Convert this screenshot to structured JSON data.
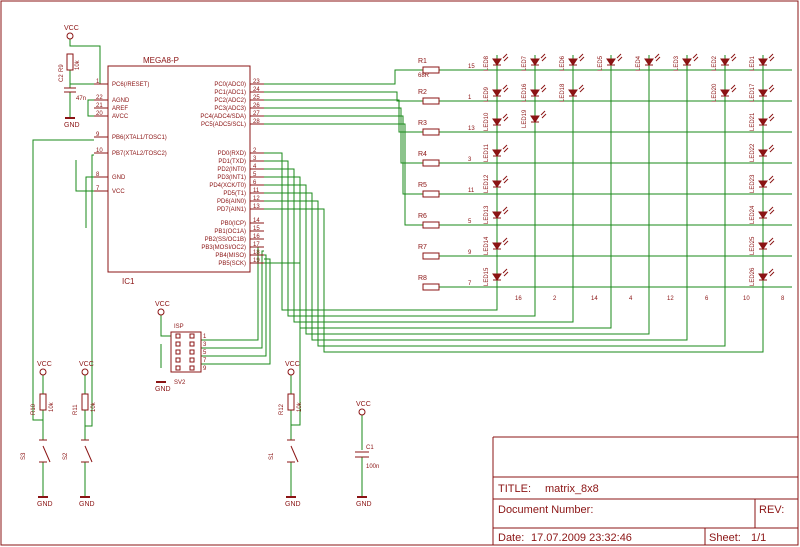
{
  "ic1": {
    "value": "MEGA8-P",
    "name": "IC1",
    "pins_left": [
      {
        "label": "PC6(/RESET)",
        "num": "1"
      },
      {
        "label": "AGND",
        "num": "22"
      },
      {
        "label": "AREF",
        "num": "21"
      },
      {
        "label": "AVCC",
        "num": "20"
      },
      {
        "label": "PB6(XTAL1/TOSC1)",
        "num": "9"
      },
      {
        "label": "PB7(XTAL2/TOSC2)",
        "num": "10"
      },
      {
        "label": "GND",
        "num": "8"
      },
      {
        "label": "VCC",
        "num": "7"
      }
    ],
    "pins_right": [
      {
        "label": "PC0(ADC0)",
        "num": "23"
      },
      {
        "label": "PC1(ADC1)",
        "num": "24"
      },
      {
        "label": "PC2(ADC2)",
        "num": "25"
      },
      {
        "label": "PC3(ADC3)",
        "num": "26"
      },
      {
        "label": "PC4(ADC4/SDA)",
        "num": "27"
      },
      {
        "label": "PC5(ADC5/SCL)",
        "num": "28"
      },
      {
        "label": "PD0(RXD)",
        "num": "2"
      },
      {
        "label": "PD1(TXD)",
        "num": "3"
      },
      {
        "label": "PD2(INT0)",
        "num": "4"
      },
      {
        "label": "PD3(INT1)",
        "num": "5"
      },
      {
        "label": "PD4(XCK/T0)",
        "num": "6"
      },
      {
        "label": "PD5(T1)",
        "num": "11"
      },
      {
        "label": "PD6(AIN0)",
        "num": "12"
      },
      {
        "label": "PD7(AIN1)",
        "num": "13"
      },
      {
        "label": "PB0(ICP)",
        "num": "14"
      },
      {
        "label": "PB1(OC1A)",
        "num": "15"
      },
      {
        "label": "PB2(SS/OC1B)",
        "num": "16"
      },
      {
        "label": "PB3(MOSI/OC2)",
        "num": "17"
      },
      {
        "label": "PB4(MISO)",
        "num": "18"
      },
      {
        "label": "PB5(SCK)",
        "num": "19"
      }
    ]
  },
  "resistors": [
    {
      "name": "R1",
      "value": "68R",
      "net": "15"
    },
    {
      "name": "R2",
      "value": "",
      "net": "1"
    },
    {
      "name": "R3",
      "value": "",
      "net": "13"
    },
    {
      "name": "R4",
      "value": "",
      "net": "3"
    },
    {
      "name": "R5",
      "value": "",
      "net": "11"
    },
    {
      "name": "R6",
      "value": "",
      "net": "5"
    },
    {
      "name": "R7",
      "value": "",
      "net": "9"
    },
    {
      "name": "R8",
      "value": "",
      "net": "7"
    }
  ],
  "led_top_row": [
    "LED8",
    "LED7",
    "LED6",
    "LED5",
    "LED4",
    "LED3",
    "LED2",
    "LED1"
  ],
  "led_second_row": [
    "LED9",
    "LED16",
    "LED18",
    "LED20",
    "LED17"
  ],
  "led_left_col": [
    "LED10",
    "LED11",
    "LED12",
    "LED13",
    "LED14",
    "LED15"
  ],
  "led_left_extra": "LED19",
  "led_right_col": [
    "LED21",
    "LED22",
    "LED23",
    "LED24",
    "LED25",
    "LED26"
  ],
  "column_nets": [
    "16",
    "2",
    "14",
    "4",
    "12",
    "6",
    "10",
    "8"
  ],
  "passives": {
    "r9": {
      "name": "R9",
      "value": "10k"
    },
    "c2": {
      "name": "C2",
      "value": "47n"
    },
    "r10": {
      "name": "R10",
      "value": "10k"
    },
    "r11": {
      "name": "R11",
      "value": "10k"
    },
    "r12": {
      "name": "R12",
      "value": "10k"
    },
    "c1": {
      "name": "C1",
      "value": "100n"
    },
    "s1": "S1",
    "s2": "S2",
    "s3": "S3"
  },
  "isp": {
    "label": "ISP",
    "name": "SV2",
    "pins": [
      "1",
      "3",
      "5",
      "7",
      "9"
    ]
  },
  "power": {
    "vcc": "VCC",
    "gnd": "GND"
  },
  "frame": {
    "title_label": "TITLE:",
    "title": "matrix_8x8",
    "docnum_label": "Document Number:",
    "rev_label": "REV:",
    "date_label": "Date:",
    "date": "17.07.2009 23:32:46",
    "sheet_label": "Sheet:",
    "sheet": "1/1"
  },
  "colors": {
    "wire": "#1a8a1a",
    "part": "#8b1414",
    "frame": "#8b1414"
  }
}
